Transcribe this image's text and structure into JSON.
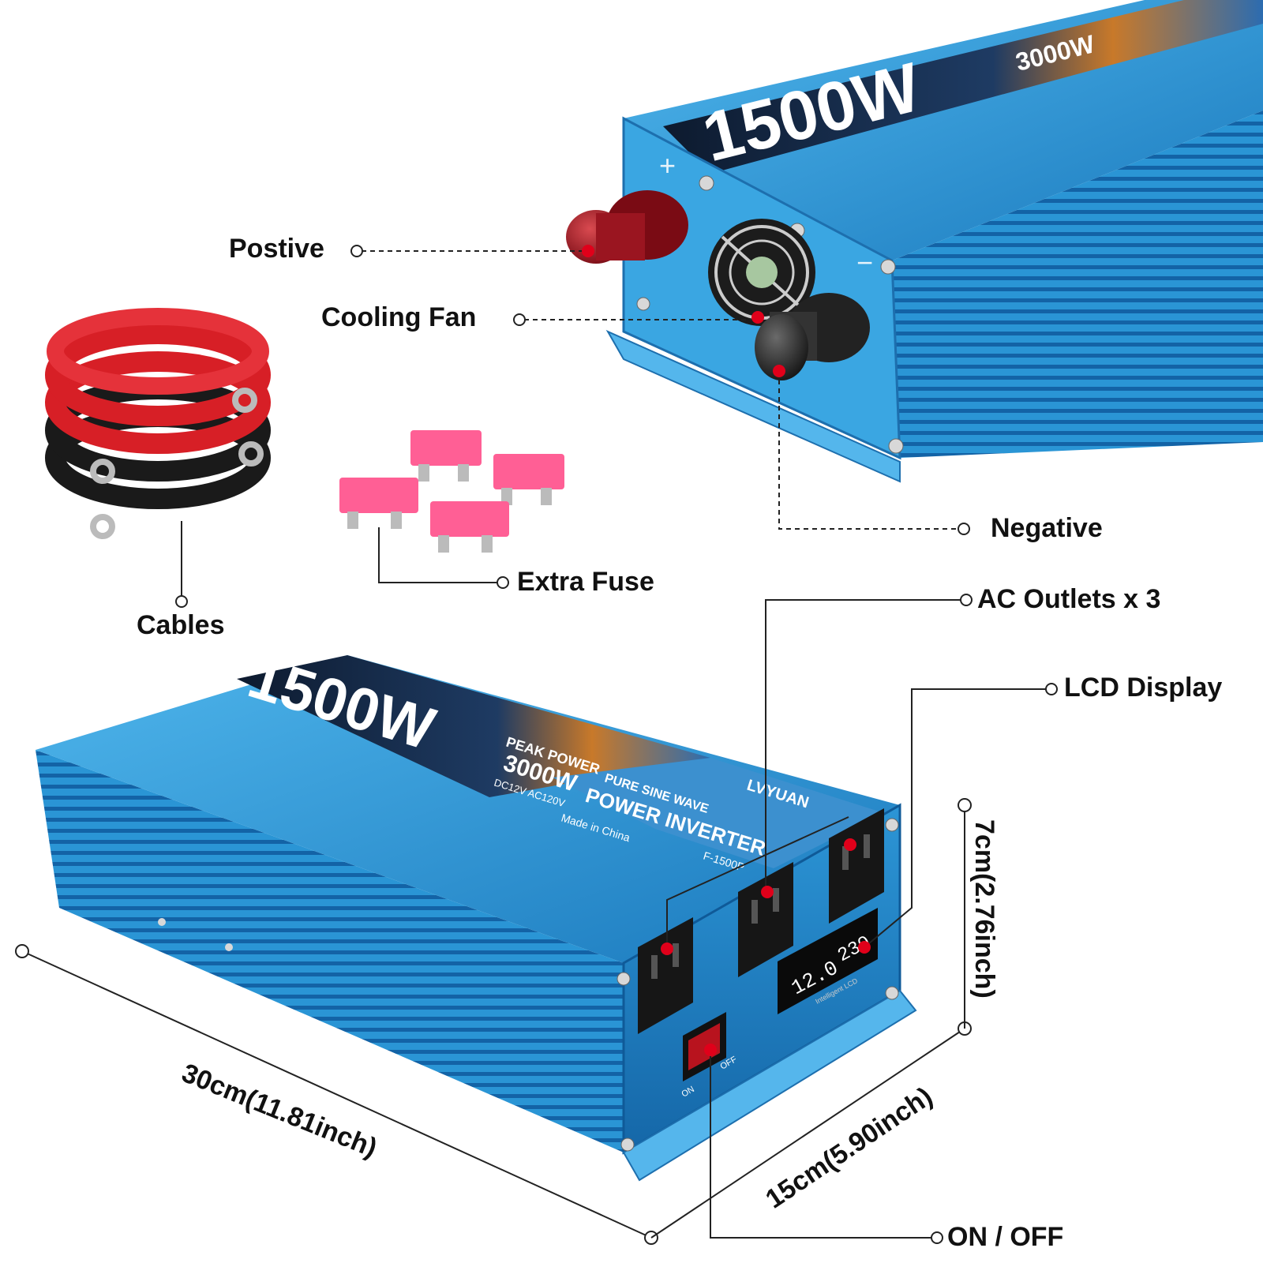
{
  "product": {
    "wattage": "1500W",
    "peak_label": "PEAK POWER",
    "peak_value": "3000W",
    "voltage": "DC12V  AC120V",
    "series": "PURE SINE WAVE",
    "type": "POWER INVERTER",
    "brand": "LVYUAN",
    "origin": "Made in China",
    "model": "F-1500P",
    "lcd_voltage": "12.0",
    "lcd_output": "230",
    "lcd_caption": "Intelligent LCD",
    "switch_on": "ON",
    "switch_off": "OFF",
    "terminal_plus": "+",
    "terminal_minus": "−"
  },
  "callouts": {
    "positive": "Postive",
    "cooling_fan": "Cooling Fan",
    "negative": "Negative",
    "cables": "Cables",
    "extra_fuse": "Extra Fuse",
    "ac_outlets": "AC Outlets x 3",
    "lcd_display": "LCD Display",
    "on_off": "ON / OFF"
  },
  "dimensions": {
    "length": "30cm(11.81inch)",
    "width": "15cm(5.90inch)",
    "height": "7cm(2.76inch)"
  },
  "colors": {
    "body_blue": "#2a9ad8",
    "body_dark": "#1670b0",
    "accent_red": "#e0001a",
    "fuse_pink": "#ff5f95",
    "cable_red": "#d71f26",
    "cable_black": "#1a1a1a"
  }
}
